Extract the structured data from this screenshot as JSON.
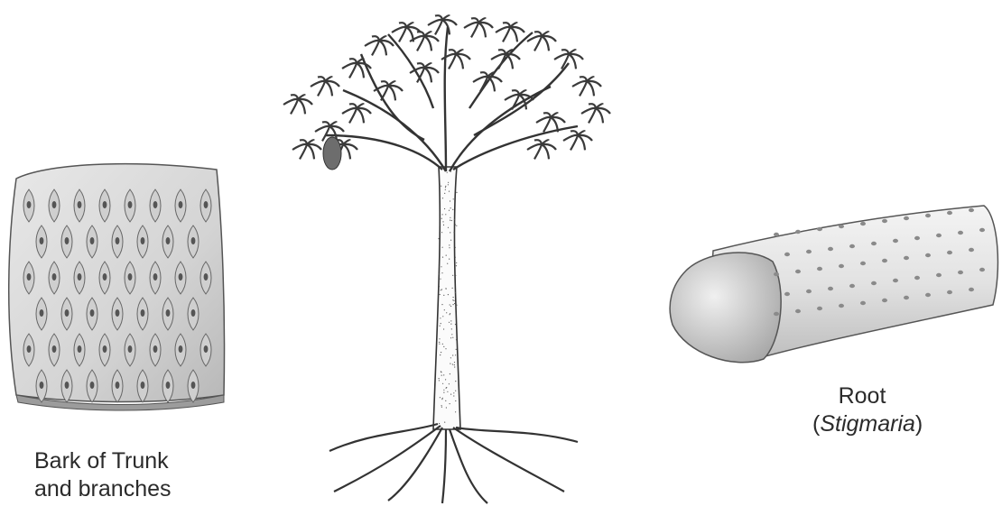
{
  "labels": {
    "bark_line1": "Bark of Trunk",
    "bark_line2": "and branches",
    "root_line1": "Root",
    "root_paren_open": "(",
    "root_genus": "Stigmaria",
    "root_paren_close": ")"
  },
  "colors": {
    "ink": "#2b2b2b",
    "shade": "#9a9a9a",
    "paper": "#ffffff"
  }
}
